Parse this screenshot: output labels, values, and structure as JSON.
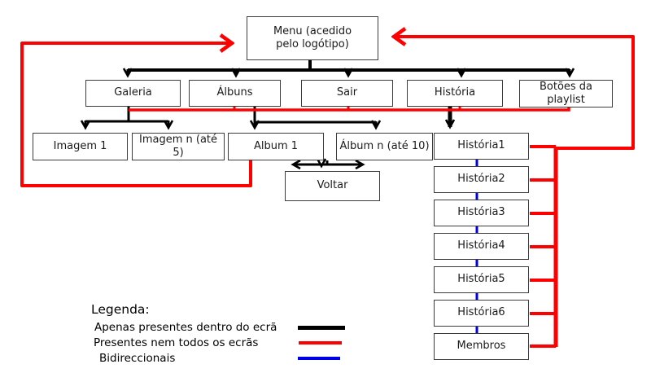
{
  "diagram": {
    "nodes": {
      "menu": {
        "label": "Menu (acedido\npelo logótipo)"
      },
      "galeria": {
        "label": "Galeria"
      },
      "albuns": {
        "label": "Álbuns"
      },
      "sair": {
        "label": "Sair"
      },
      "historia": {
        "label": "História"
      },
      "botoes_playlist": {
        "label": "Botões da playlist"
      },
      "imagem_1": {
        "label": "Imagem 1"
      },
      "imagem_n": {
        "label": "Imagem n (até 5)"
      },
      "album_1": {
        "label": "Album 1"
      },
      "album_n": {
        "label": "Álbum n (até 10)"
      },
      "voltar": {
        "label": "Voltar"
      },
      "historia_1": {
        "label": "História1"
      },
      "historia_2": {
        "label": "História2"
      },
      "historia_3": {
        "label": "História3"
      },
      "historia_4": {
        "label": "História4"
      },
      "historia_5": {
        "label": "História5"
      },
      "historia_6": {
        "label": "História6"
      },
      "membros": {
        "label": "Membros"
      }
    },
    "legend": {
      "title": "Legenda:",
      "items": [
        {
          "label": "Apenas presentes dentro do ecrã",
          "color": "#000000"
        },
        {
          "label": "Presentes nem todos os ecrãs",
          "color": "#ff0000"
        },
        {
          "label": "Bidireccionais",
          "color": "#0000e6"
        }
      ]
    },
    "colors": {
      "line_black": "#000000",
      "line_red": "#ff0000",
      "line_blue": "#0000e6",
      "box_border": "#3c3c3c",
      "box_fill": "#ffffff"
    }
  }
}
